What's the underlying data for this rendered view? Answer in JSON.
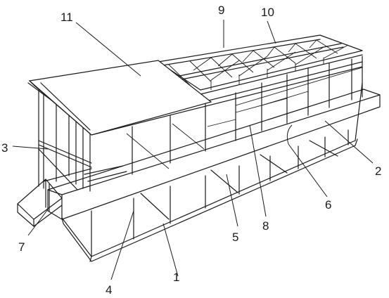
{
  "figure": {
    "labels": {
      "l1": "1",
      "l2": "2",
      "l3": "3",
      "l4": "4",
      "l5": "5",
      "l6": "6",
      "l7": "7",
      "l8": "8",
      "l9": "9",
      "l10": "10",
      "l11": "11"
    },
    "colors": {
      "line": "#1a1a1a",
      "background": "#ffffff"
    }
  }
}
